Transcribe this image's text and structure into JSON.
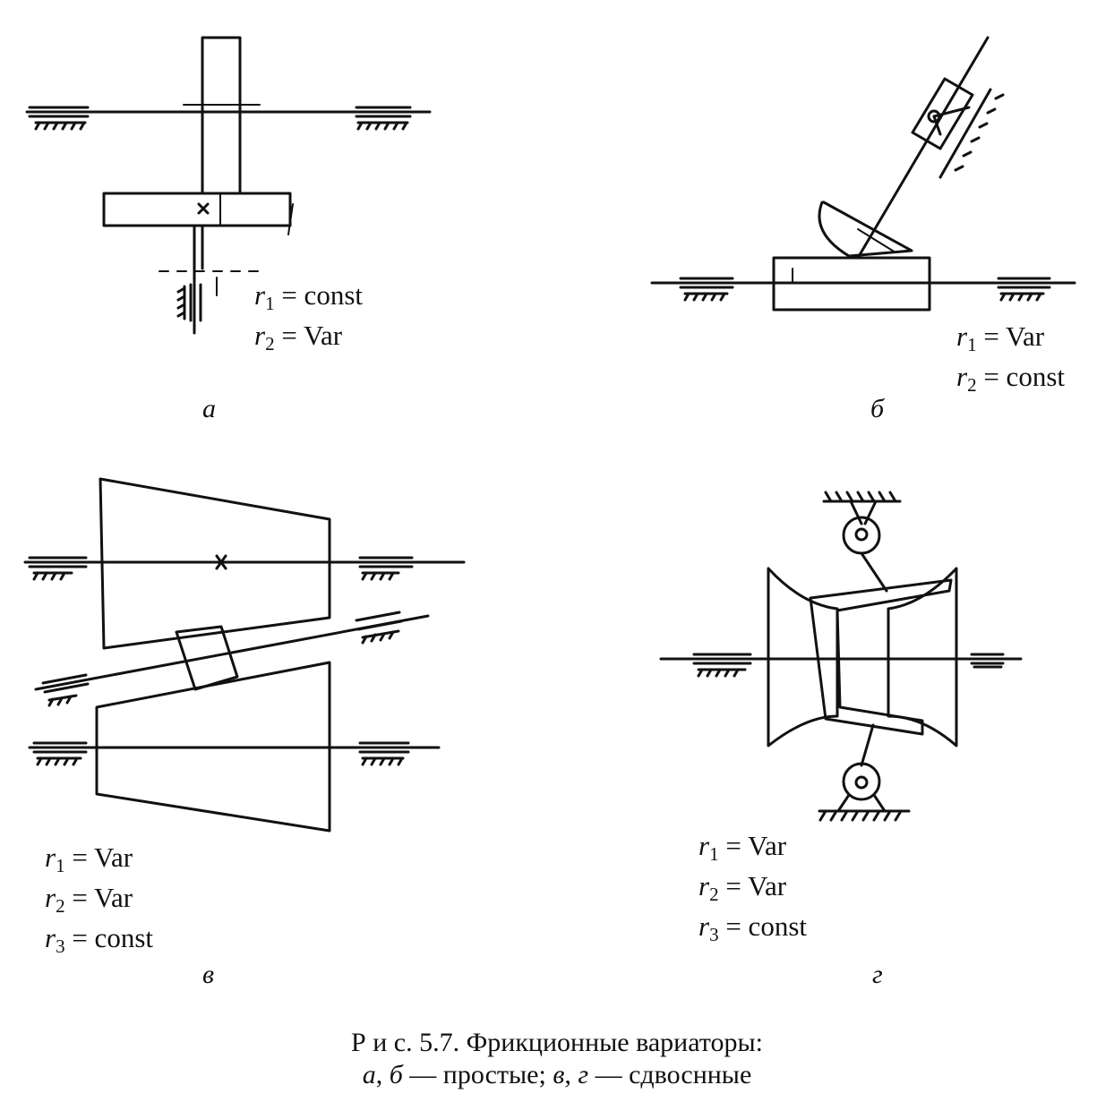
{
  "panels": {
    "a": {
      "label": "а",
      "formulas": [
        {
          "var": "r",
          "sub": "1",
          "text": " = const"
        },
        {
          "var": "r",
          "sub": "2",
          "text": " = Var"
        }
      ]
    },
    "b": {
      "label": "б",
      "formulas": [
        {
          "var": "r",
          "sub": "1",
          "text": " = Var"
        },
        {
          "var": "r",
          "sub": "2",
          "text": " = const"
        }
      ]
    },
    "v": {
      "label": "в",
      "formulas": [
        {
          "var": "r",
          "sub": "1",
          "text": " = Var"
        },
        {
          "var": "r",
          "sub": "2",
          "text": " = Var"
        },
        {
          "var": "r",
          "sub": "3",
          "text": " = const"
        }
      ]
    },
    "g": {
      "label": "г",
      "formulas": [
        {
          "var": "r",
          "sub": "1",
          "text": " = Var"
        },
        {
          "var": "r",
          "sub": "2",
          "text": " = Var"
        },
        {
          "var": "r",
          "sub": "3",
          "text": " = const"
        }
      ]
    }
  },
  "caption": {
    "line1": "Р и с. 5.7. Фрикционные вариаторы:",
    "line2_a": "а",
    "line2_sep1": ", ",
    "line2_b": "б",
    "line2_desc1": " — простые; ",
    "line2_v": "в",
    "line2_sep2": ", ",
    "line2_g": "г",
    "line2_desc2": " — сдвоснные"
  }
}
